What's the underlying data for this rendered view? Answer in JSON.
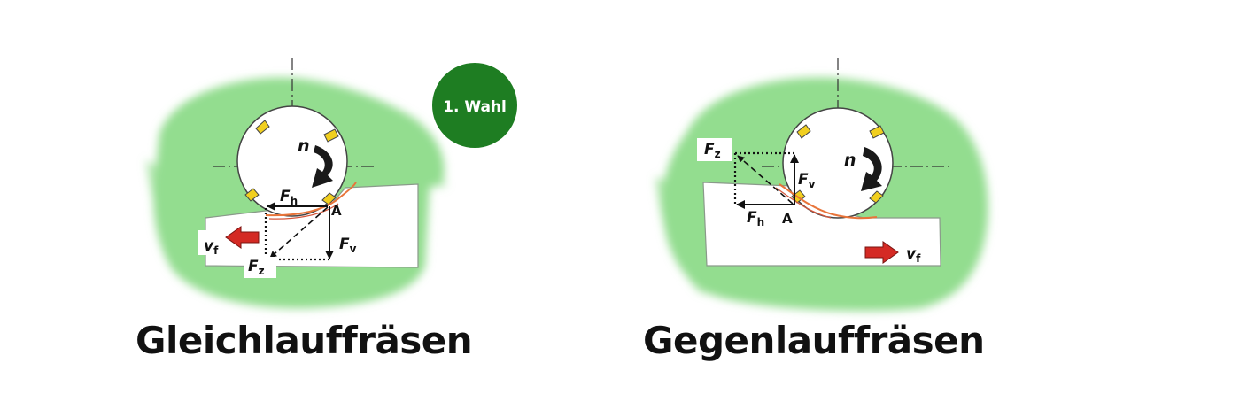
{
  "badge": {
    "text": "1. Wahl",
    "color": "#1e7d22"
  },
  "colors": {
    "green_wash": "#93dd8f",
    "arrow_red": "#d42a24",
    "insert_yellow": "#f1cf1f",
    "chip_orange": "#e8743a"
  },
  "left": {
    "title": "Gleichlauffräsen",
    "labels": {
      "n": "n",
      "fh": "F",
      "fh_sub": "h",
      "fv": "F",
      "fv_sub": "v",
      "fz": "F",
      "fz_sub": "z",
      "a": "A",
      "vf": "v",
      "vf_sub": "f"
    }
  },
  "right": {
    "title": "Gegenlauffräsen",
    "labels": {
      "n": "n",
      "fh": "F",
      "fh_sub": "h",
      "fv": "F",
      "fv_sub": "v",
      "fz": "F",
      "fz_sub": "z",
      "a": "A",
      "vf": "v",
      "vf_sub": "f"
    }
  }
}
